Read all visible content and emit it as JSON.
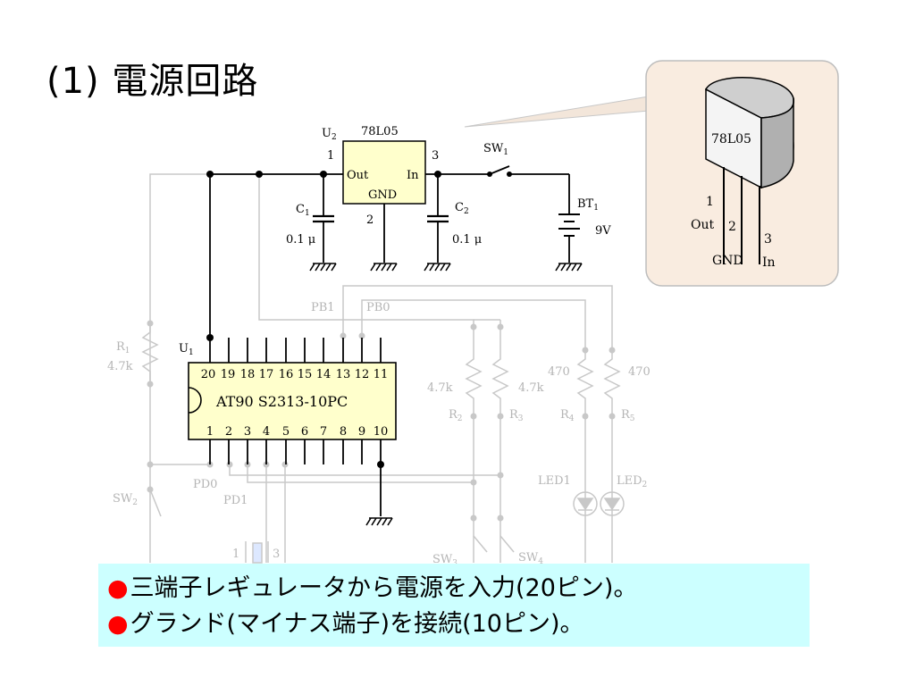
{
  "title": "(1) 電源回路",
  "labels": {
    "u2": "U",
    "u2_sub": "2",
    "reg_part": "78L05",
    "reg_pin1": "1",
    "reg_pin3": "3",
    "reg_pin2": "2",
    "reg_out": "Out",
    "reg_in": "In",
    "reg_gnd": "GND",
    "c1": "C",
    "c1_sub": "1",
    "c1_val": "0.1 μ",
    "c2": "C",
    "c2_sub": "2",
    "c2_val": "0.1 μ",
    "sw1": "SW",
    "sw1_sub": "1",
    "bt1": "BT",
    "bt1_sub": "1",
    "bt1_val": "9V",
    "u1": "U",
    "u1_sub": "1",
    "mcu": "AT90 S2313-10PC",
    "top_pins": [
      "20",
      "19",
      "18",
      "17",
      "16",
      "15",
      "14",
      "13",
      "12",
      "11"
    ],
    "bottom_pins": [
      "1",
      "2",
      "3",
      "4",
      "5",
      "6",
      "7",
      "8",
      "9",
      "10"
    ],
    "pb1": "PB1",
    "pb0": "PB0",
    "r1": "R",
    "r1_sub": "1",
    "r1_val": "4.7k",
    "r2": "R",
    "r2_sub": "2",
    "r2_val": "4.7k",
    "r3": "R",
    "r3_sub": "3",
    "r3_val": "4.7k",
    "r4": "R",
    "r4_sub": "4",
    "r4_val": "470",
    "r5": "R",
    "r5_sub": "5",
    "r5_val": "470",
    "led1": "LED1",
    "led2": "LED",
    "led2_sub": "2",
    "sw2": "SW",
    "sw2_sub": "2",
    "sw3": "SW",
    "sw3_sub": "3",
    "sw4": "SW",
    "sw4_sub": "4",
    "pd0": "PD0",
    "pd1": "PD1",
    "xtal_pin1": "1",
    "xtal_pin3": "3"
  },
  "callout": {
    "part": "78L05",
    "pin1": "1",
    "pin2": "2",
    "pin3": "3",
    "out": "Out",
    "gnd": "GND",
    "in": "In"
  },
  "notes": [
    "三端子レギュレータから電源を入力(20ピン)。",
    "グランド(マイナス端子)を接続(10ピン)。"
  ],
  "colors": {
    "bullet": "#ff0000",
    "note_bg": "#ccffff",
    "ic_fill": "#ffffcc",
    "callout_bg": "#f9ece0",
    "dim_wire": "#c8c8c8",
    "wire": "#000000"
  }
}
